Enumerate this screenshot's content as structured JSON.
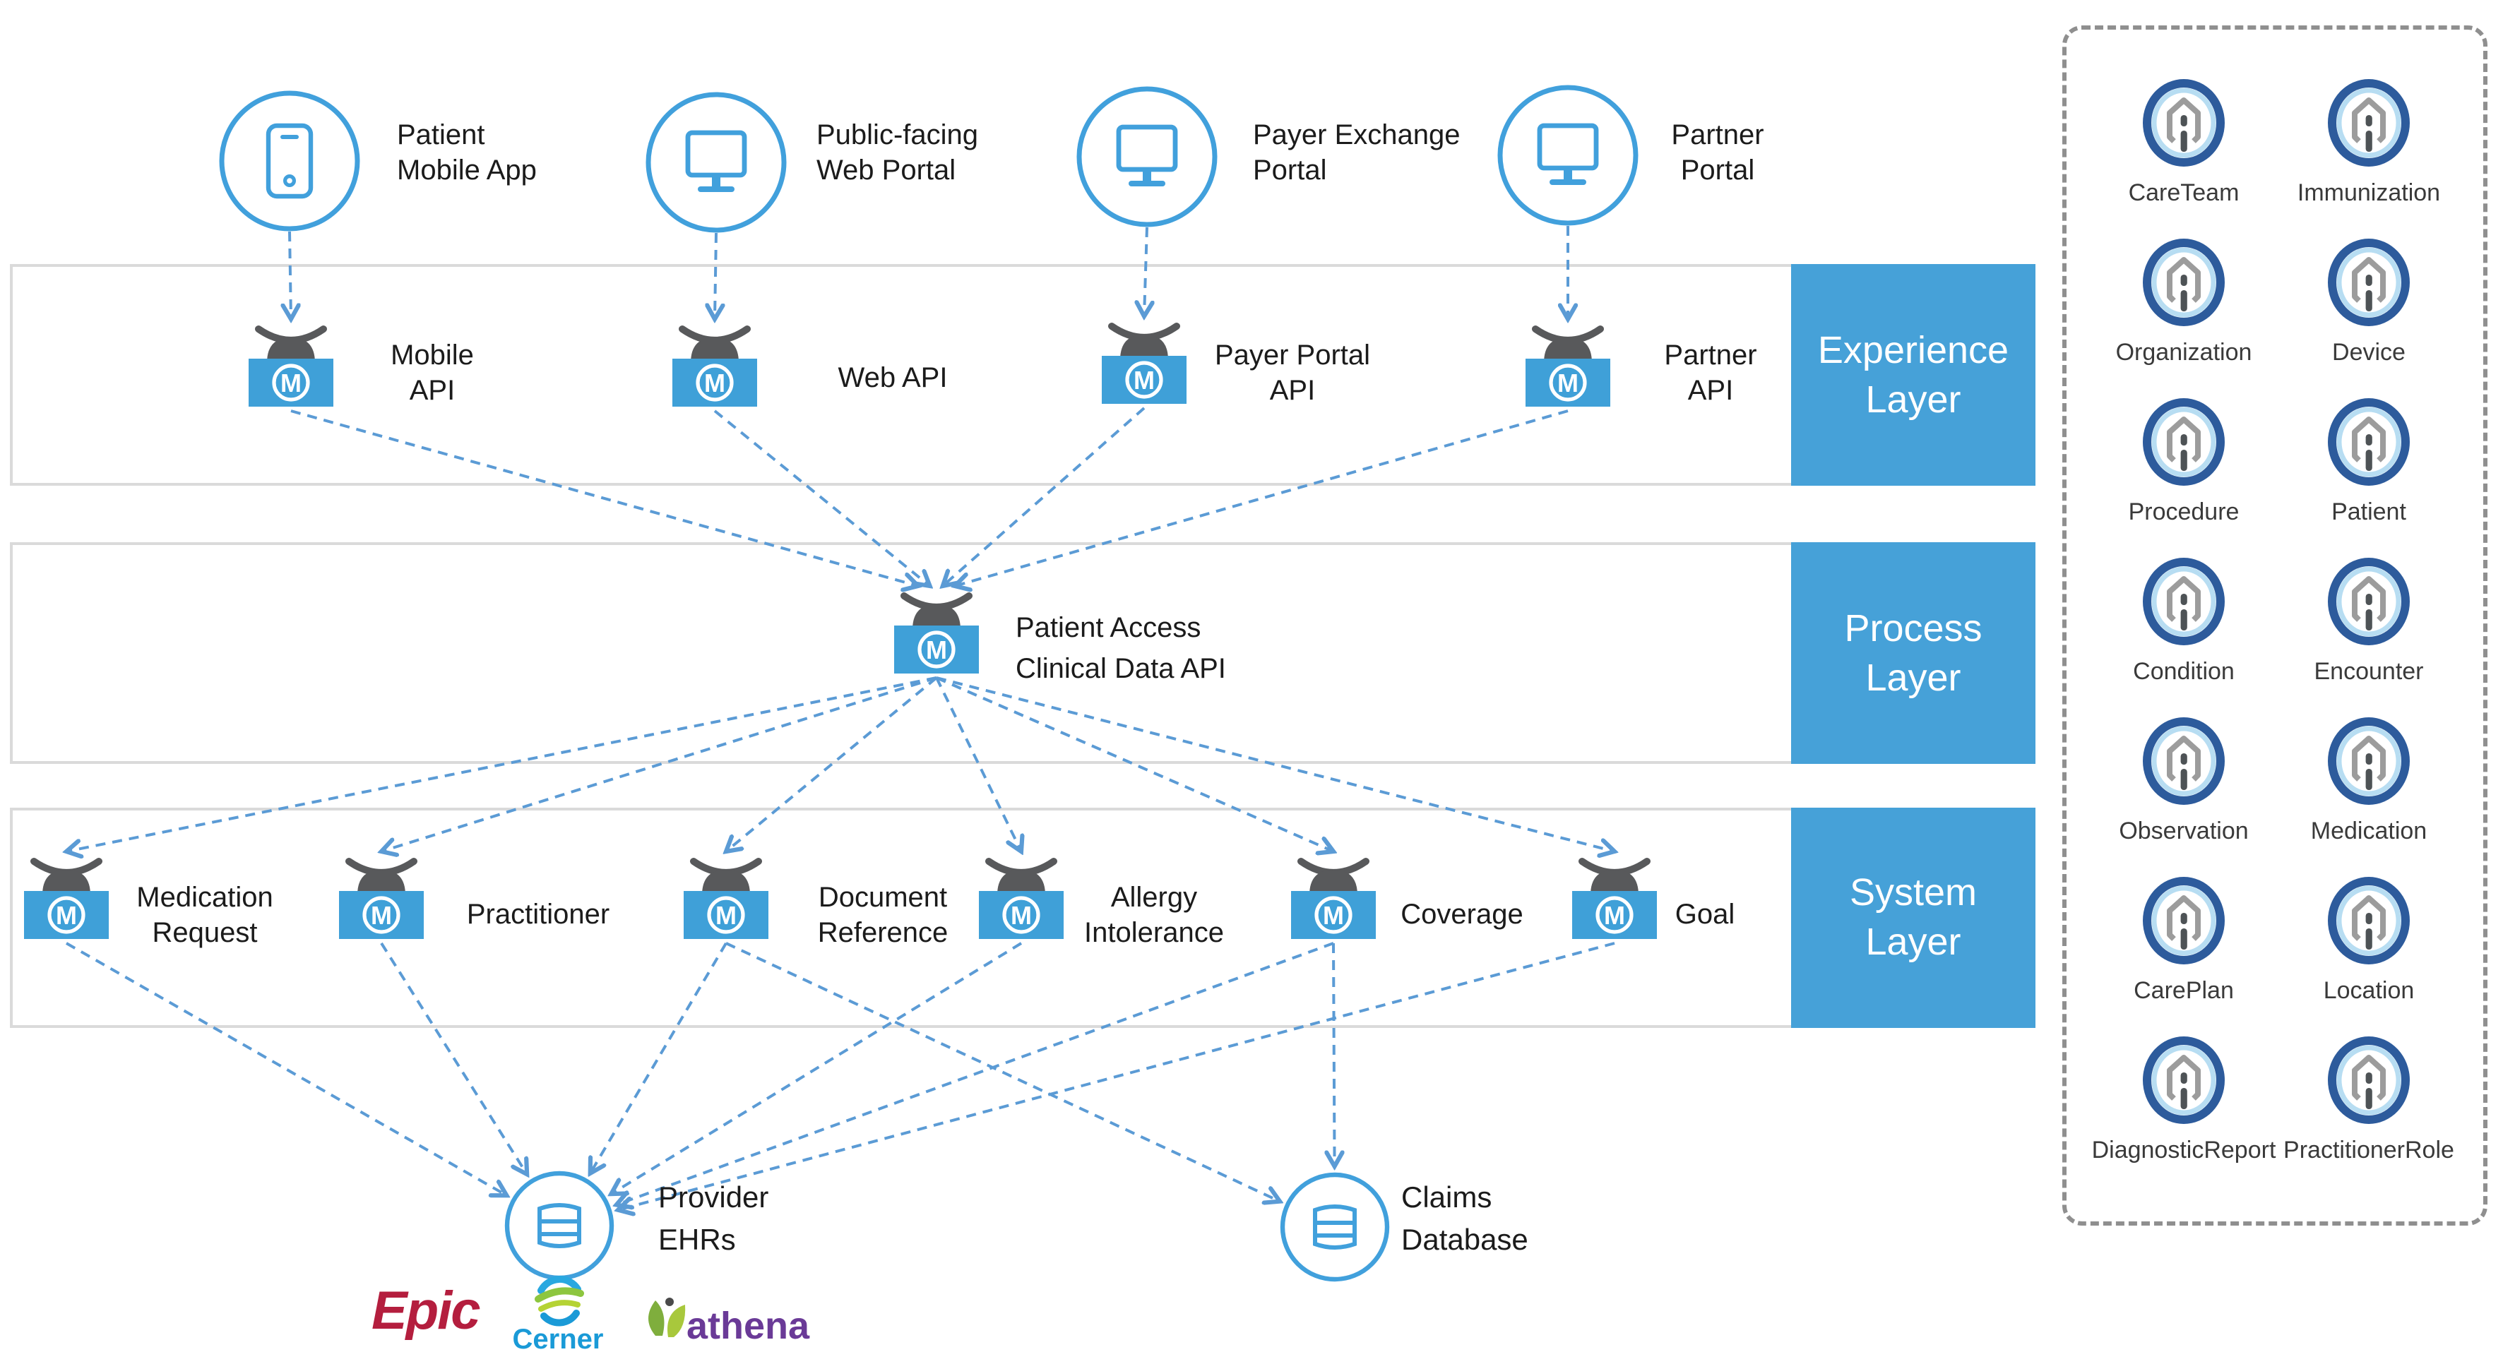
{
  "colors": {
    "mule_blue": "#3fa0d8",
    "layer_chip_blue": "#46a1d8",
    "connector_blue": "#5b9bd5",
    "outline_blue": "#41a0dc",
    "wave_gray": "#58595b",
    "band_border_gray": "#dadada",
    "panel_border_gray": "#8f8f8f",
    "fhir_ring_dark_blue": "#2d5b9c",
    "fhir_ring_light_blue": "#b7ddf2",
    "fhir_house_gray": "#9c9c9c",
    "epic_red": "#b41e3e",
    "cerner_blue": "#1a9ad7",
    "athena_purple": "#6a3a97"
  },
  "layers": [
    {
      "name": "experience",
      "lines": [
        "Experience",
        "Layer"
      ]
    },
    {
      "name": "process",
      "lines": [
        "Process",
        "Layer"
      ]
    },
    {
      "name": "system",
      "lines": [
        "System",
        "Layer"
      ]
    }
  ],
  "portals": [
    {
      "id": "patient-mobile-app",
      "icon": "phone-icon",
      "label_lines": [
        "Patient",
        "Mobile App"
      ]
    },
    {
      "id": "public-web-portal",
      "icon": "monitor-icon",
      "label_lines": [
        "Public-facing",
        "Web Portal"
      ]
    },
    {
      "id": "payer-exchange-portal",
      "icon": "monitor-icon",
      "label_lines": [
        "Payer Exchange",
        "Portal"
      ]
    },
    {
      "id": "partner-portal",
      "icon": "monitor-icon",
      "label_lines": [
        "Partner",
        "Portal"
      ]
    }
  ],
  "experience_layer": {
    "apis": [
      {
        "id": "mobile-api",
        "label_lines": [
          "Mobile",
          "API"
        ]
      },
      {
        "id": "web-api",
        "label_lines": [
          "Web API"
        ]
      },
      {
        "id": "payer-portal-api",
        "label_lines": [
          "Payer Portal",
          "API"
        ]
      },
      {
        "id": "partner-api",
        "label_lines": [
          "Partner",
          "API"
        ]
      }
    ]
  },
  "process_layer": {
    "apis": [
      {
        "id": "patient-access-api",
        "label_lines": [
          "Patient Access",
          "Clinical Data API"
        ]
      }
    ]
  },
  "system_layer": {
    "apis": [
      {
        "id": "medication-request",
        "label_lines": [
          "Medication",
          "Request"
        ]
      },
      {
        "id": "practitioner",
        "label_lines": [
          "Practitioner"
        ]
      },
      {
        "id": "document-reference",
        "label_lines": [
          "Document",
          "Reference"
        ]
      },
      {
        "id": "allergy-intolerance",
        "label_lines": [
          "Allergy",
          "Intolerance"
        ]
      },
      {
        "id": "coverage",
        "label_lines": [
          "Coverage"
        ]
      },
      {
        "id": "goal",
        "label_lines": [
          "Goal"
        ]
      }
    ]
  },
  "databases": [
    {
      "id": "provider-ehrs",
      "icon": "database-icon",
      "label_lines": [
        "Provider",
        "EHRs"
      ]
    },
    {
      "id": "claims-database",
      "icon": "database-icon",
      "label_lines": [
        "Claims",
        "Database"
      ]
    }
  ],
  "vendor_logos": [
    "Epic",
    "Cerner",
    "athena"
  ],
  "fhir_panel": {
    "resources": [
      "CareTeam",
      "Immunization",
      "Organization",
      "Device",
      "Procedure",
      "Patient",
      "Condition",
      "Encounter",
      "Observation",
      "Medication",
      "CarePlan",
      "Location",
      "DiagnosticReport",
      "PractitionerRole"
    ]
  },
  "connections": [
    [
      "patient-mobile-app",
      "mobile-api"
    ],
    [
      "public-web-portal",
      "web-api"
    ],
    [
      "payer-exchange-portal",
      "payer-portal-api"
    ],
    [
      "partner-portal",
      "partner-api"
    ],
    [
      "mobile-api",
      "patient-access-api"
    ],
    [
      "web-api",
      "patient-access-api"
    ],
    [
      "payer-portal-api",
      "patient-access-api"
    ],
    [
      "partner-api",
      "patient-access-api"
    ],
    [
      "patient-access-api",
      "medication-request"
    ],
    [
      "patient-access-api",
      "practitioner"
    ],
    [
      "patient-access-api",
      "document-reference"
    ],
    [
      "patient-access-api",
      "allergy-intolerance"
    ],
    [
      "patient-access-api",
      "coverage"
    ],
    [
      "patient-access-api",
      "goal"
    ],
    [
      "medication-request",
      "provider-ehrs"
    ],
    [
      "practitioner",
      "provider-ehrs"
    ],
    [
      "document-reference",
      "provider-ehrs"
    ],
    [
      "allergy-intolerance",
      "provider-ehrs"
    ],
    [
      "coverage",
      "provider-ehrs"
    ],
    [
      "goal",
      "provider-ehrs"
    ],
    [
      "coverage",
      "claims-database"
    ],
    [
      "document-reference",
      "claims-database"
    ]
  ]
}
